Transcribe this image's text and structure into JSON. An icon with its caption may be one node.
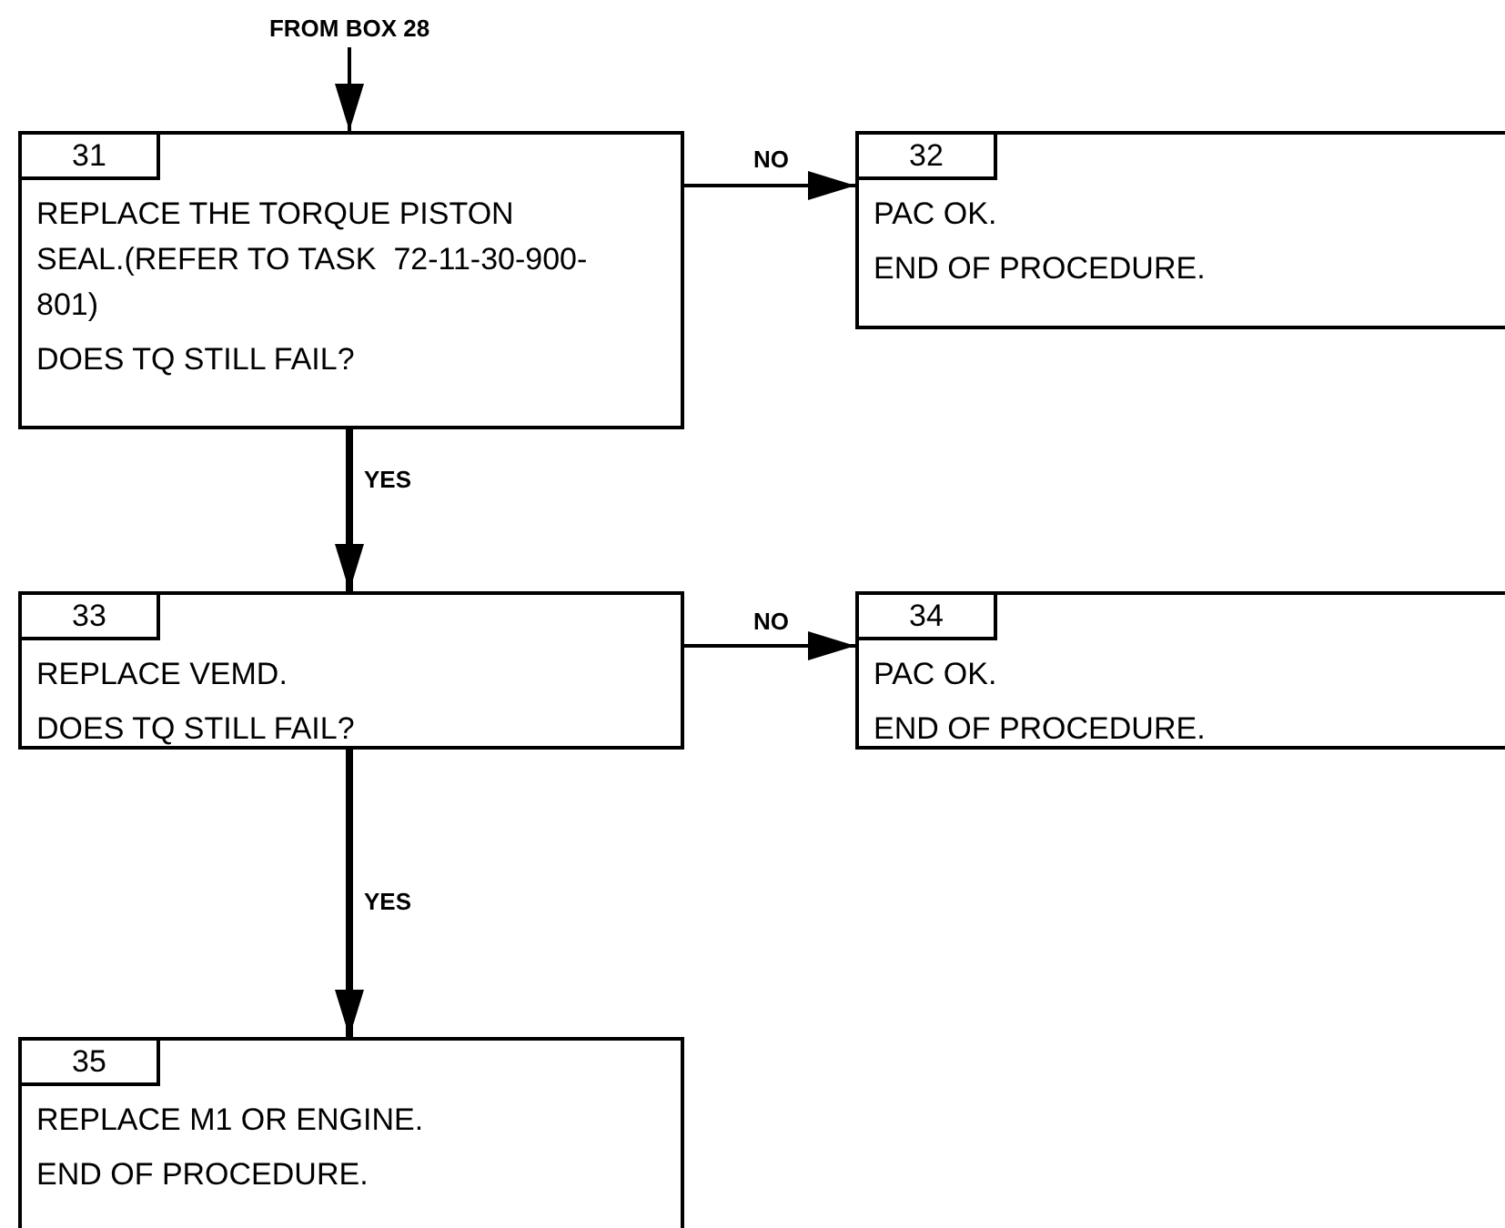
{
  "diagram": {
    "nodes": [
      {
        "text": [
          "FROM BOX 28"
        ]
      },
      {
        "text": [
          "31",
          "REPLACE THE TORQUE PISTON SEAL.(REFER TO TASK  72-11-30-900-801)",
          "DOES TQ STILL FAIL?"
        ]
      },
      {
        "text": [
          "32",
          "PAC OK.",
          "END OF PROCEDURE."
        ]
      },
      {
        "text": [
          "33",
          "REPLACE VEMD.",
          "DOES TQ STILL FAIL?"
        ]
      },
      {
        "text": [
          "34",
          "PAC OK.",
          "END OF PROCEDURE."
        ]
      },
      {
        "text": [
          "35",
          "REPLACE M1 OR ENGINE.",
          "END OF PROCEDURE."
        ]
      }
    ],
    "edges": [
      {
        "from": 0,
        "to": 1,
        "arrow": "to"
      },
      {
        "from": 1,
        "to": 2,
        "arrow": "to",
        "label": "NO"
      },
      {
        "from": 1,
        "to": 3,
        "arrow": "to",
        "label": "YES",
        "style": "thick"
      },
      {
        "from": 3,
        "to": 4,
        "arrow": "to",
        "label": "NO"
      },
      {
        "from": 3,
        "to": 5,
        "arrow": "to",
        "label": "YES",
        "style": "thick"
      }
    ]
  }
}
